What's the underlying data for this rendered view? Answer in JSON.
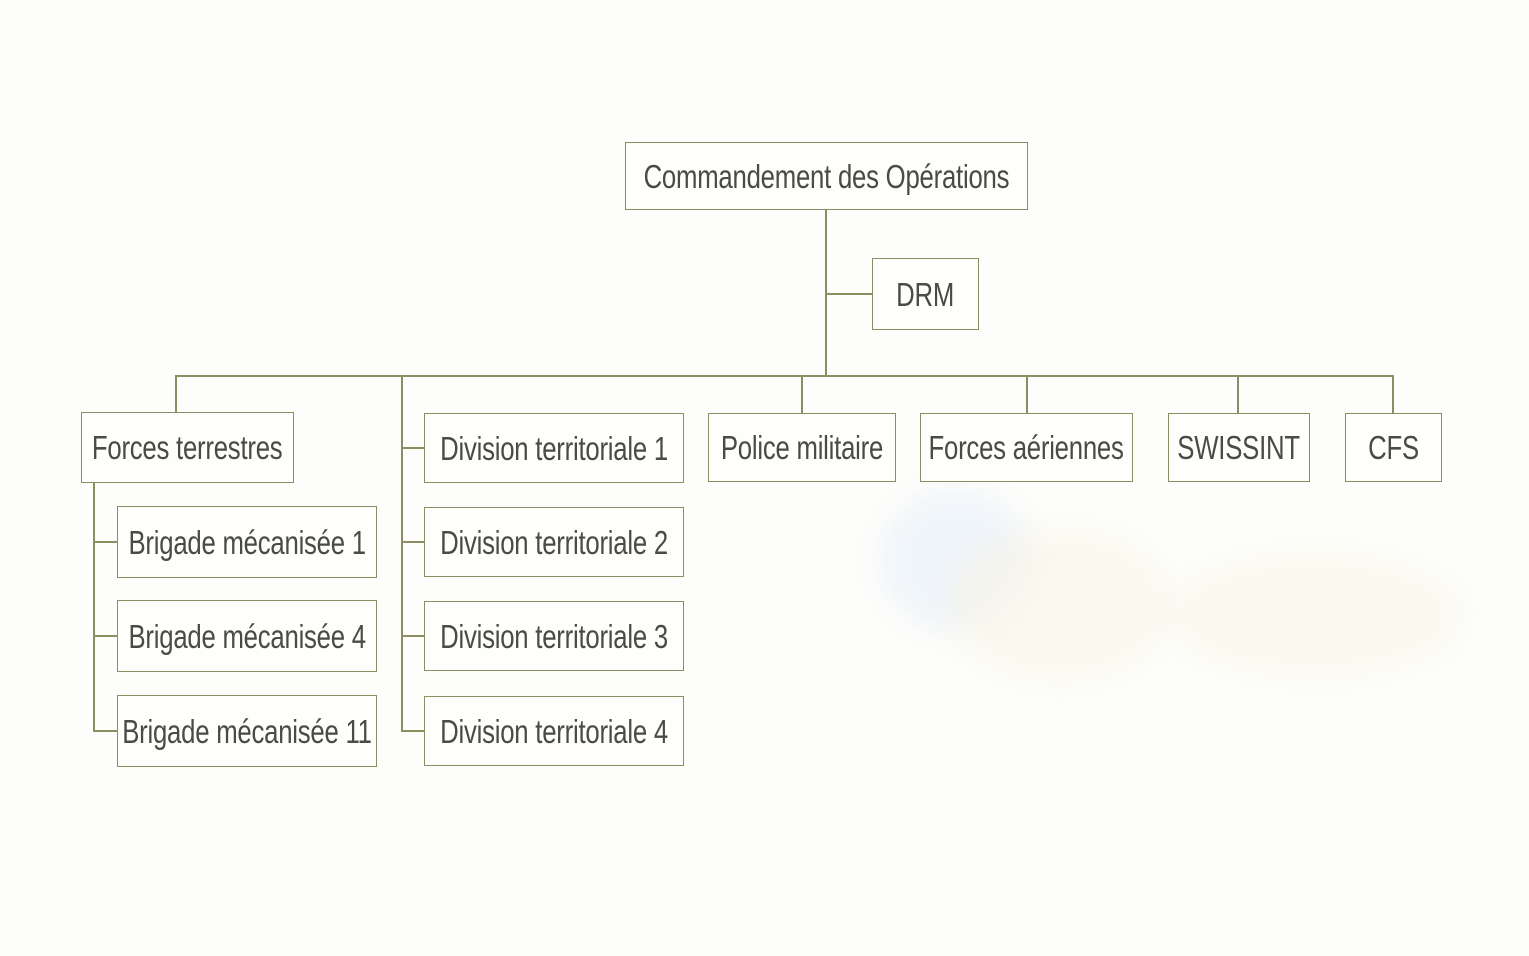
{
  "diagram": {
    "type": "org-chart",
    "root": {
      "label": "Commandement des Opérations"
    },
    "staff_unit": {
      "label": "DRM"
    },
    "branches": {
      "forces_terrestres": {
        "label": "Forces terrestres",
        "children": [
          {
            "label": "Brigade mécanisée 1"
          },
          {
            "label": "Brigade mécanisée 4"
          },
          {
            "label": "Brigade mécanisée 11"
          }
        ]
      },
      "divisions": [
        {
          "label": "Division territoriale 1"
        },
        {
          "label": "Division territoriale 2"
        },
        {
          "label": "Division territoriale 3"
        },
        {
          "label": "Division territoriale 4"
        }
      ],
      "police_militaire": {
        "label": "Police militaire"
      },
      "forces_aeriennes": {
        "label": "Forces aériennes"
      },
      "swissint": {
        "label": "SWISSINT"
      },
      "cfs": {
        "label": "CFS"
      }
    }
  },
  "colors": {
    "line": "#8d8d62",
    "text": "#4a4a47",
    "background": "#fdfdfb"
  }
}
